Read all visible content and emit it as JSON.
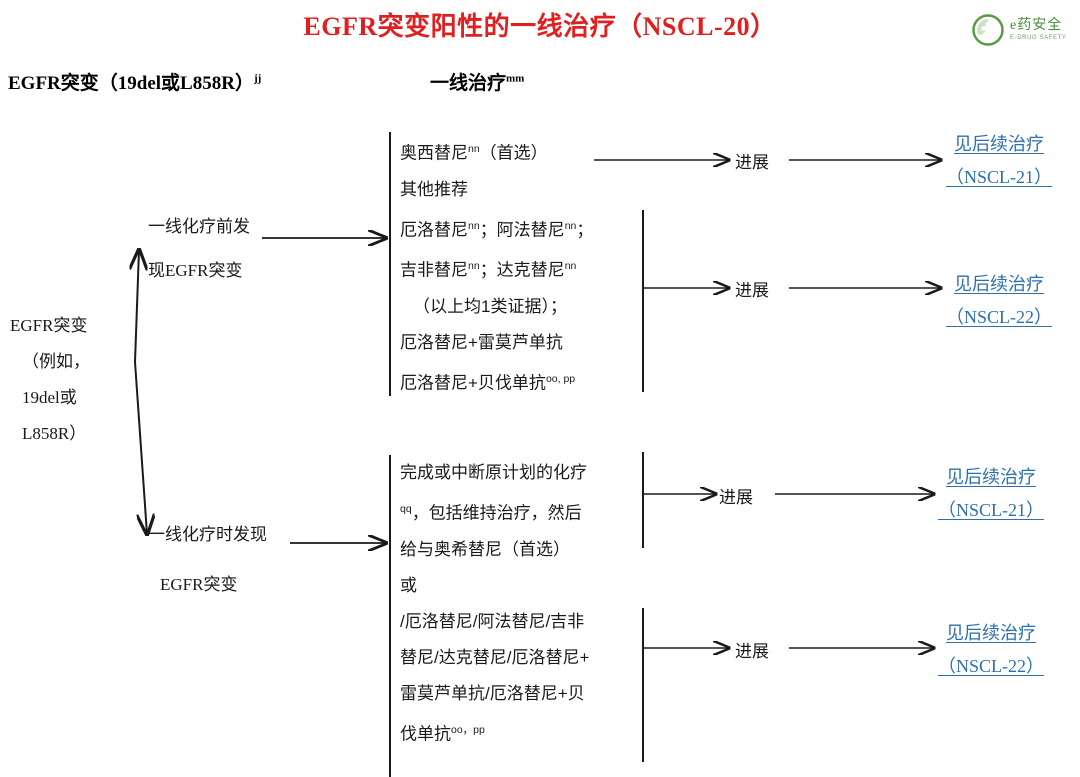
{
  "title": "EGFR突变阳性的一线治疗（NSCL-20）",
  "logo": {
    "icon": "green-cross-hand-logo",
    "cn": "e药安全",
    "en": "E-DRUG SAFETY"
  },
  "headings": {
    "mutation": "EGFR突变（19del或L858R）",
    "mutation_sup": "jj",
    "firstline": "一线治疗",
    "firstline_sup": "mm"
  },
  "root_node": {
    "line1": "EGFR突变",
    "line2": "（例如，",
    "line3": "19del或",
    "line4": "L858R）"
  },
  "branches": {
    "upper": {
      "line1": "一线化疗前发",
      "line2": "现EGFR突变"
    },
    "lower": {
      "line1": "一线化疗时发现",
      "line2": "EGFR突变"
    }
  },
  "treatments": {
    "upper": {
      "line1": "奥西替尼",
      "line1_sup": "nn",
      "line1_tail": "（首选）",
      "line2": "其他推荐",
      "line3a": "厄洛替尼",
      "line3_sup1": "nn",
      "line3b": "；阿法替尼",
      "line3_sup2": "nn",
      "line3c": "；",
      "line4a": "吉非替尼",
      "line4_sup1": "nn",
      "line4b": "；达克替尼",
      "line4_sup2": "nn",
      "line5": "（以上均1类证据）；",
      "line6": "厄洛替尼+雷莫芦单抗",
      "line7": "厄洛替尼+贝伐单抗",
      "line7_sup": "oo, pp"
    },
    "lower": {
      "line1": "完成或中断原计划的化疗",
      "line2_sup": "qq",
      "line2": "，包括维持治疗，然后",
      "line3": "给与奥希替尼（首选）",
      "line4": "或",
      "line5": "/厄洛替尼/阿法替尼/吉非",
      "line6": "替尼/达克替尼/厄洛替尼+",
      "line7": "雷莫芦单抗/厄洛替尼+贝",
      "line8": "伐单抗",
      "line8_sup": "oo，pp"
    }
  },
  "progression_label": "进展",
  "links": [
    {
      "label": "见后续治疗",
      "ref": "（NSCL-21）"
    },
    {
      "label": "见后续治疗",
      "ref": "（NSCL-22）"
    },
    {
      "label": "见后续治疗",
      "ref": "（NSCL-21）"
    },
    {
      "label": "见后续治疗",
      "ref": "（NSCL-22）"
    }
  ],
  "colors": {
    "title": "#e02020",
    "link": "#2e6fad",
    "line": "#1a1a1a",
    "logo_green": "#4a8c3f"
  }
}
